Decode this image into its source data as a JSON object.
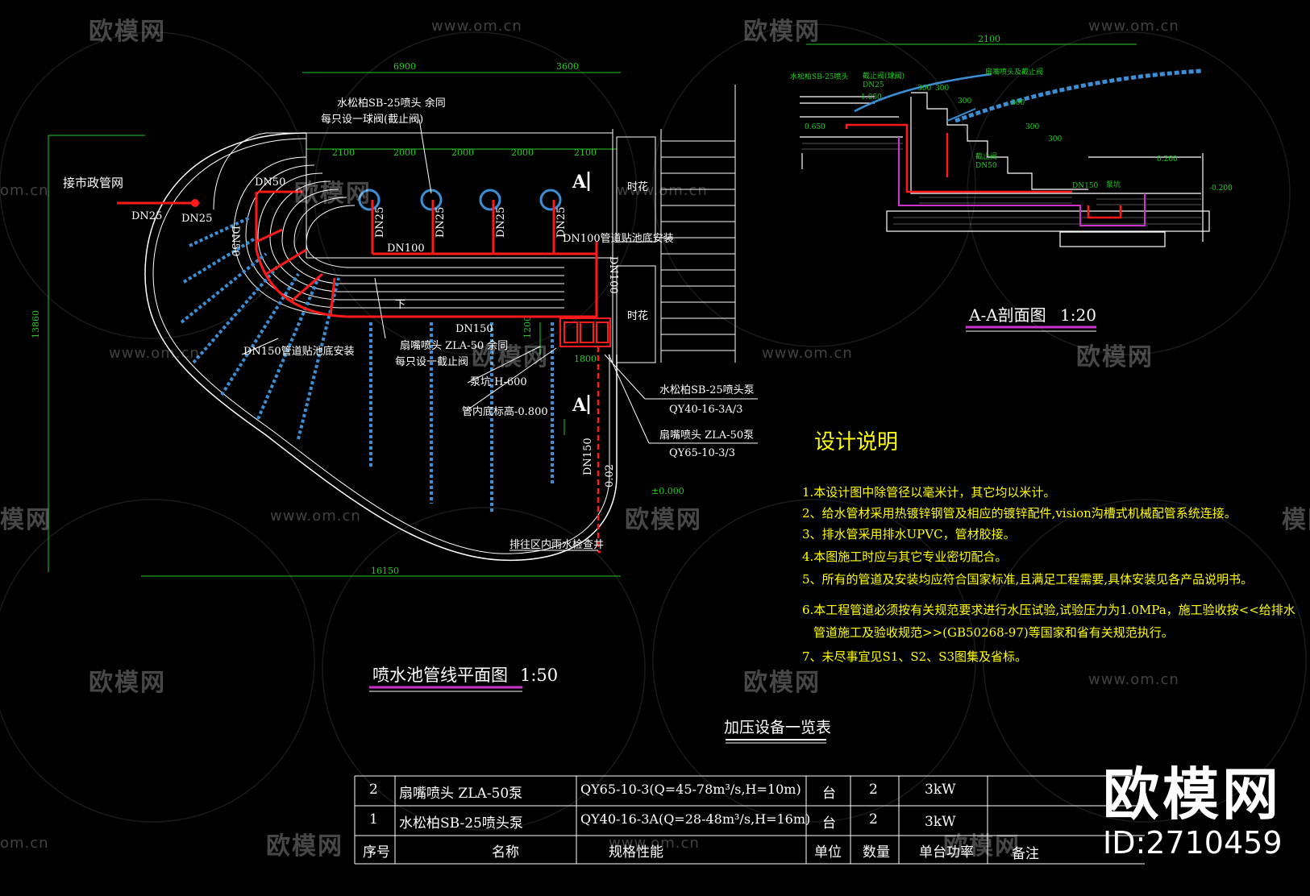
{
  "colors": {
    "background": "#000000",
    "pipe_red": "#ff1a1a",
    "dim_green": "#22cc22",
    "note_yellow": "#ffff00",
    "nozzle_blue": "#3b8fd6",
    "outline_white": "#ffffff",
    "title_underline": "#cc33cc"
  },
  "watermark": {
    "brand": "欧模网",
    "url": "www.om.cn",
    "url_fragment": "om.cn",
    "fragment": "模网"
  },
  "brand": {
    "name": "欧模网",
    "id": "ID:2710459"
  },
  "plan": {
    "title": "喷水池管线平面图",
    "scale": "1:50",
    "dims_top": [
      "6900",
      "3600"
    ],
    "dims_inner": [
      "2100",
      "2000",
      "2000",
      "2000",
      "2100"
    ],
    "dim_left": "13860",
    "dim_bottom": "16150",
    "section_mark": "A",
    "city_pipe": "接市政管网",
    "labels": {
      "dn25_a": "DN25",
      "dn25_b": "DN25",
      "dn50_a": "DN50",
      "dn50_b": "DN50",
      "dn100": "DN100",
      "dn100_v": "DN100",
      "dn150": "DN150",
      "dn150_v": "DN150",
      "dn25_1": "DN25",
      "dn25_2": "DN25",
      "dn25_3": "DN25",
      "dn25_4": "DN25",
      "nozzle_top_1": "水松柏SB-25喷头 余同",
      "nozzle_top_2": "每只设一球阀(截止阀)",
      "dn100_note": "DN100管道贴池底安装",
      "dn150_note": "DN150管道贴池底安装",
      "fan_nozzle_1": "扇嘴喷头 ZLA-50 余同",
      "fan_nozzle_2": "每只设一截止阀",
      "pump_pit": "泵坑 H-600",
      "pipe_bottom": "管内底标高-0.800",
      "pump_a_1": "水松柏SB-25喷头泵",
      "pump_a_2": "QY40-16-3A/3",
      "pump_b_1": "扇嘴喷头 ZLA-50泵",
      "pump_b_2": "QY65-10-3/3",
      "flower_1": "时花",
      "flower_2": "时花",
      "drain": "排往区内雨水检查井",
      "slope": "0.02",
      "elev": "±0.000",
      "dim_1200": "1200",
      "dim_1800": "1800",
      "down": "下"
    }
  },
  "section": {
    "title": "A-A剖面图",
    "scale": "1:20",
    "dims": {
      "top": "2100",
      "s1": "300",
      "s2": "300",
      "s3": "300",
      "s4": "300",
      "s5": "300",
      "s6": "300"
    },
    "elevs": {
      "e1": "0.650",
      "e2": "1.050",
      "e3": "0.200",
      "e4": "-0.200"
    },
    "labels": {
      "l1": "水松柏SB-25喷头",
      "l2": "截止阀(球阀)",
      "l3": "DN25",
      "l4": "扇嘴喷头及截止阀",
      "l5": "DN150",
      "l6": "泵坑",
      "l7": "截止阀",
      "l8": "DN50"
    }
  },
  "notes": {
    "title": "设计说明",
    "items": [
      "1.本设计图中除管径以毫米计，其它均以米计。",
      "2、给水管材采用热镀锌钢管及相应的镀锌配件,vision沟槽式机械配管系统连接。",
      "3、排水管采用排水UPVC，管材胶接。",
      "4.本图施工时应与其它专业密切配合。",
      "5、所有的管道及安装均应符合国家标准,且满足工程需要,具体安装见各产品说明书。",
      "6.本工程管道必须按有关规范要求进行水压试验,试验压力为1.0MPa，施工验收按<<给排水",
      "管道施工及验收规范>>(GB50268-97)等国家和省有关规范执行。",
      "7、未尽事宜见S1、S2、S3图集及省标。"
    ]
  },
  "equipment": {
    "title": "加压设备一览表",
    "headers": [
      "序号",
      "名称",
      "规格性能",
      "单位",
      "数量",
      "单台功率",
      "备注"
    ],
    "rows": [
      [
        "2",
        "扇嘴喷头 ZLA-50泵",
        "QY65-10-3(Q=45-78m³/s,H=10m)",
        "台",
        "2",
        "3kW",
        ""
      ],
      [
        "1",
        "水松柏SB-25喷头泵",
        "QY40-16-3A(Q=28-48m³/s,H=16m)",
        "台",
        "2",
        "3kW",
        ""
      ]
    ]
  }
}
